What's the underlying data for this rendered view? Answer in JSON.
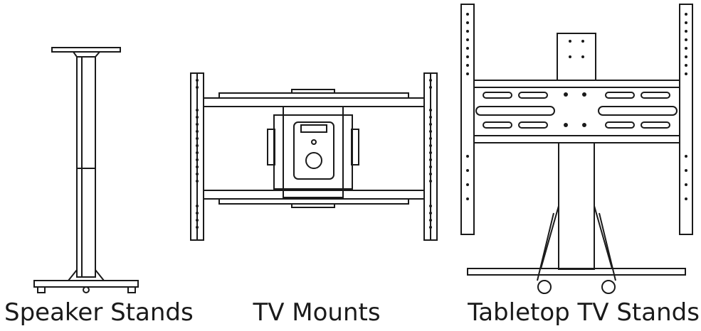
{
  "products": [
    {
      "id": "speaker-stands",
      "label": "Speaker Stands"
    },
    {
      "id": "tv-mounts",
      "label": "TV Mounts"
    },
    {
      "id": "tabletop-tv-stands",
      "label": "Tabletop TV Stands"
    }
  ],
  "colors": {
    "line": "#1a1a1a",
    "background": "#ffffff",
    "text": "#1a1a1a"
  },
  "icons": [
    "speaker-stand-illustration",
    "tv-mount-illustration",
    "tabletop-tv-stand-illustration"
  ]
}
